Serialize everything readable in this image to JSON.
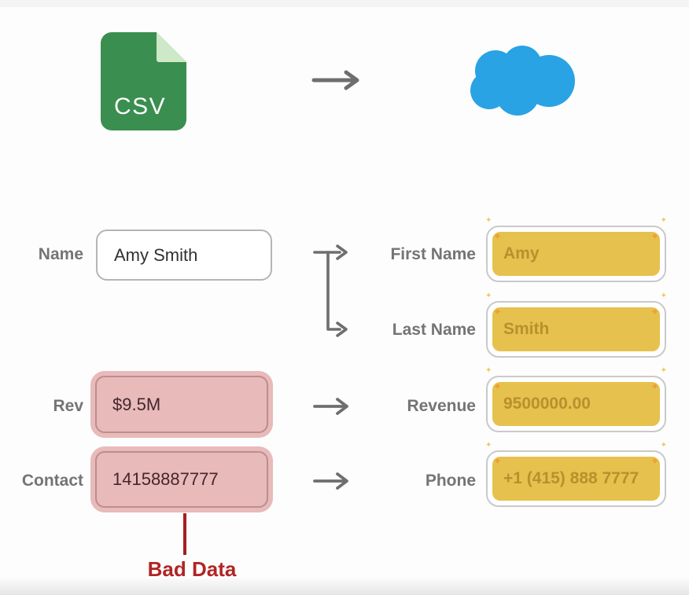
{
  "source": {
    "icon_label": "CSV"
  },
  "mapping": {
    "left_fields": [
      {
        "label": "Name",
        "value": "Amy Smith",
        "highlight": "none"
      },
      {
        "label": "Rev",
        "value": "$9.5M",
        "highlight": "bad-data"
      },
      {
        "label": "Contact",
        "value": "14158887777",
        "highlight": "bad-data"
      }
    ],
    "right_fields": [
      {
        "label": "First Name",
        "value": "Amy"
      },
      {
        "label": "Last Name",
        "value": "Smith"
      },
      {
        "label": "Revenue",
        "value": "9500000.00"
      },
      {
        "label": "Phone",
        "value": "+1 (415) 888 7777"
      }
    ]
  },
  "annotation": {
    "bad_data_label": "Bad Data"
  },
  "icons": {
    "source": "csv-file-icon",
    "destination": "salesforce-cloud-icon",
    "flow": "right-arrow",
    "name_split": "split-fork-arrow",
    "sparkle": "sparkle-star"
  },
  "colors": {
    "csv_green": "#3a8e4f",
    "csv_fold": "#cde9c8",
    "cloud_blue": "#29a3e4",
    "label_gray": "#747474",
    "arrow_gray": "#6e6e6e",
    "gold_fill": "#e6c14d",
    "gold_text": "#b8902e",
    "gold_border": "#c9c9c9",
    "pink_fill": "#e8baba",
    "pink_ring": "#bd8d8d",
    "pink_text": "#44262e",
    "bad_red": "#b22424"
  }
}
